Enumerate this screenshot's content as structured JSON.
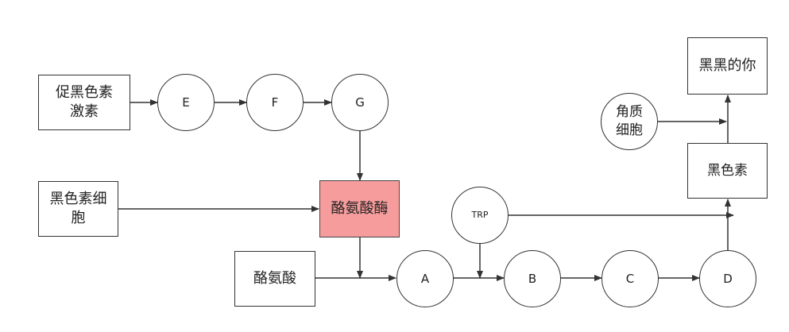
{
  "diagram": {
    "colors": {
      "line": "#333333",
      "node_fill": "#ffffff",
      "enzyme_fill": "#f79c9c"
    },
    "nodes": {
      "msh": "促黑色素\n激素",
      "e": "E",
      "f": "F",
      "g": "G",
      "melanocyte": "黑色素细\n胞",
      "tyrosinase": "酪氨酸酶",
      "tyrosine": "酪氨酸",
      "a": "A",
      "trp": "TRP",
      "b": "B",
      "c": "C",
      "d": "D",
      "melanin": "黑色素",
      "keratinocyte": "角质\n细胞",
      "result": "黑黑的你"
    }
  }
}
